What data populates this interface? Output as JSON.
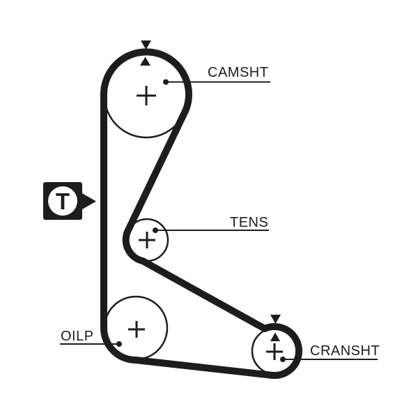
{
  "diagram": {
    "kind": "timing-belt-routing",
    "background": "#ffffff"
  },
  "colors": {
    "ink": "#1d1d1b",
    "background": "#ffffff"
  },
  "icons": {
    "timing_mark_arrow_down": "▼",
    "timing_mark_arrow_up": "▲",
    "pulley_center_mark": "+",
    "marker_pointer": "►"
  },
  "marker": {
    "label": "T"
  },
  "pulleys": [
    {
      "id": "camsht",
      "label": "CAMSHT"
    },
    {
      "id": "tens",
      "label": "TENS"
    },
    {
      "id": "oilp",
      "label": "OILP"
    },
    {
      "id": "cransht",
      "label": "CRANSHT"
    }
  ]
}
